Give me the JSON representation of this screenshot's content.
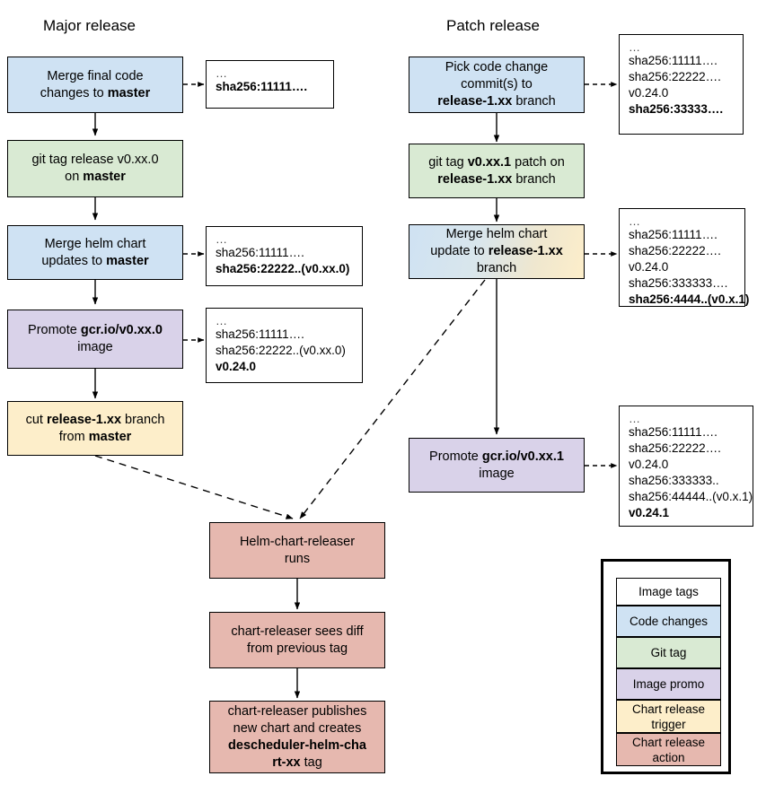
{
  "columns": {
    "left_title": "Major release",
    "right_title": "Patch release"
  },
  "nodes": {
    "major_merge_code": {
      "line1": "Merge final code",
      "line2_pre": "changes to ",
      "line2_bold": "master",
      "type": "code-changes"
    },
    "major_git_tag": {
      "line1": "git tag release v0.xx.0",
      "line2_pre": "on ",
      "line2_bold": "master",
      "type": "git-tag"
    },
    "major_merge_helm": {
      "line1": "Merge helm chart",
      "line2_pre": "updates to ",
      "line2_bold": "master",
      "type": "code-changes"
    },
    "major_promote": {
      "line1_pre": "Promote ",
      "line1_bold": "gcr.io/v0.xx.0",
      "line2": "image",
      "type": "image-promo"
    },
    "major_cut_branch": {
      "line1_pre": "cut ",
      "line1_bold": "release-1.xx",
      "line1_post": " branch",
      "line2_pre": "from ",
      "line2_bold": "master",
      "type": "chart-release-trigger"
    },
    "patch_pick_commits": {
      "line1": "Pick code change",
      "line2": "commit(s) to",
      "line3_bold": "release-1.xx",
      "line3_post": " branch",
      "type": "code-changes"
    },
    "patch_git_tag": {
      "line1_pre": "git tag ",
      "line1_bold": "v0.xx.1",
      "line1_post": " patch on",
      "line2_bold": "release-1.xx",
      "line2_post": " branch",
      "type": "git-tag"
    },
    "patch_merge_helm": {
      "line1": "Merge helm chart",
      "line2_pre": "update to ",
      "line2_bold": "release-1.xx",
      "line3": "branch",
      "type": "code-changes-to-trigger"
    },
    "patch_promote": {
      "line1_pre": "Promote ",
      "line1_bold": "gcr.io/v0.xx.1",
      "line2": "image",
      "type": "image-promo"
    },
    "releaser_runs": {
      "line1": "Helm-chart-releaser",
      "line2": "runs",
      "type": "chart-release-action"
    },
    "releaser_diff": {
      "line1": "chart-releaser sees diff",
      "line2": "from previous tag",
      "type": "chart-release-action"
    },
    "releaser_publishes": {
      "line1": "chart-releaser publishes",
      "line2": "new chart and creates",
      "line3_bold": "descheduler-helm-cha",
      "line4_bold": "rt-xx",
      "line4_post": " tag",
      "type": "chart-release-action"
    }
  },
  "notes": {
    "note_major_1": {
      "lines": [
        {
          "text": "…",
          "bold": false,
          "dots": true
        },
        {
          "text": "sha256:11111….",
          "bold": true
        }
      ]
    },
    "note_major_2": {
      "lines": [
        {
          "text": "…",
          "bold": false,
          "dots": true
        },
        {
          "text": "sha256:11111….",
          "bold": false
        },
        {
          "text": "sha256:22222..(v0.xx.0)",
          "bold": true
        }
      ]
    },
    "note_major_3": {
      "lines": [
        {
          "text": "…",
          "bold": false,
          "dots": true
        },
        {
          "text": "sha256:11111….",
          "bold": false
        },
        {
          "text": "sha256:22222..(v0.xx.0)",
          "bold": false
        },
        {
          "text": "v0.24.0",
          "bold": true
        }
      ]
    },
    "note_patch_1": {
      "lines": [
        {
          "text": "…",
          "bold": false,
          "dots": true
        },
        {
          "text": "sha256:11111….",
          "bold": false
        },
        {
          "text": "sha256:22222….",
          "bold": false
        },
        {
          "text": "v0.24.0",
          "bold": false
        },
        {
          "text": "sha256:33333….",
          "bold": true
        }
      ]
    },
    "note_patch_2": {
      "lines": [
        {
          "text": "…",
          "bold": false,
          "dots": true
        },
        {
          "text": "sha256:11111….",
          "bold": false
        },
        {
          "text": "sha256:22222….",
          "bold": false
        },
        {
          "text": "v0.24.0",
          "bold": false
        },
        {
          "text": "sha256:333333….",
          "bold": false
        },
        {
          "text": "sha256:4444..(v0.x.1)",
          "bold": true
        }
      ]
    },
    "note_patch_3": {
      "lines": [
        {
          "text": "…",
          "bold": false,
          "dots": true
        },
        {
          "text": "sha256:11111….",
          "bold": false
        },
        {
          "text": "sha256:22222….",
          "bold": false
        },
        {
          "text": "v0.24.0",
          "bold": false
        },
        {
          "text": "sha256:333333..",
          "bold": false
        },
        {
          "text": "sha256:44444..(v0.x.1)",
          "bold": false
        },
        {
          "text": "v0.24.1",
          "bold": true
        }
      ]
    }
  },
  "legend": {
    "items": [
      {
        "label": "Image tags",
        "color": "#ffffff",
        "key": "image-tags"
      },
      {
        "label": "Code changes",
        "color": "#cfe2f3",
        "key": "code-changes"
      },
      {
        "label": "Git tag",
        "color": "#d9ead3",
        "key": "git-tag"
      },
      {
        "label": "Image promo",
        "color": "#d9d2e9",
        "key": "image-promo"
      },
      {
        "label": "Chart release trigger",
        "line1": "Chart release",
        "line2": "trigger",
        "color": "#fdeeca",
        "key": "chart-release-trigger"
      },
      {
        "label": "Chart release action",
        "line1": "Chart release",
        "line2": "action",
        "color": "#e6b8af",
        "key": "chart-release-action"
      }
    ]
  },
  "colors": {
    "code_changes": "#cfe2f3",
    "git_tag": "#d9ead3",
    "image_promo": "#d9d2e9",
    "chart_release_trigger": "#fdeeca",
    "chart_release_action": "#e6b8af",
    "image_tags": "#ffffff",
    "stroke": "#000000"
  }
}
